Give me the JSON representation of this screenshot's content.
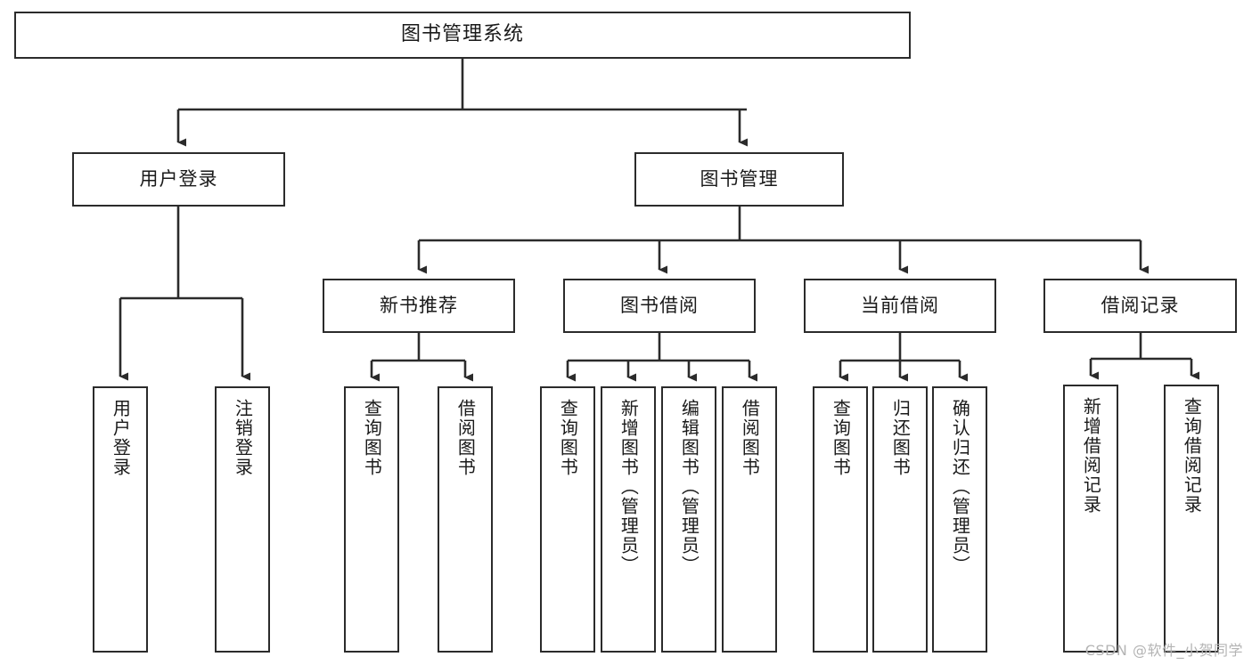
{
  "diagram": {
    "title": "图书管理系统",
    "watermark": "CSDN @软件_小贺同学",
    "stroke_color": "#2b2b2b",
    "text_color": "#1a1a1a",
    "background_color": "#ffffff",
    "watermark_color": "#b4b4b4",
    "type": "tree",
    "orientation": "top-down"
  },
  "nodes": {
    "root": {
      "label": "图书管理系统",
      "level": 1,
      "text_orientation": "horizontal"
    },
    "user_login": {
      "label": "用户登录",
      "level": 2,
      "text_orientation": "horizontal"
    },
    "book_manage": {
      "label": "图书管理",
      "level": 2,
      "text_orientation": "horizontal"
    },
    "new_book_rec": {
      "label": "新书推荐",
      "level": 3,
      "text_orientation": "horizontal"
    },
    "book_borrow": {
      "label": "图书借阅",
      "level": 3,
      "text_orientation": "horizontal"
    },
    "current_borrow": {
      "label": "当前借阅",
      "level": 3,
      "text_orientation": "horizontal"
    },
    "borrow_record": {
      "label": "借阅记录",
      "level": 3,
      "text_orientation": "horizontal"
    },
    "leaf_user_login": {
      "label": "用户登录",
      "level": 4,
      "text_orientation": "vertical"
    },
    "leaf_logout": {
      "label": "注销登录",
      "level": 4,
      "text_orientation": "vertical"
    },
    "leaf_query_book_a": {
      "label": "查询图书",
      "level": 4,
      "text_orientation": "vertical"
    },
    "leaf_borrow_book_a": {
      "label": "借阅图书",
      "level": 4,
      "text_orientation": "vertical"
    },
    "leaf_query_book_b": {
      "label": "查询图书",
      "level": 4,
      "text_orientation": "vertical"
    },
    "leaf_add_book": {
      "label": "新增图书（管理员）",
      "level": 4,
      "text_orientation": "vertical"
    },
    "leaf_edit_book": {
      "label": "编辑图书（管理员）",
      "level": 4,
      "text_orientation": "vertical"
    },
    "leaf_borrow_book_b": {
      "label": "借阅图书",
      "level": 4,
      "text_orientation": "vertical"
    },
    "leaf_query_book_c": {
      "label": "查询图书",
      "level": 4,
      "text_orientation": "vertical"
    },
    "leaf_return_book": {
      "label": "归还图书",
      "level": 4,
      "text_orientation": "vertical"
    },
    "leaf_confirm_return": {
      "label": "确认归还（管理员）",
      "level": 4,
      "text_orientation": "vertical"
    },
    "leaf_add_record": {
      "label": "新增借阅记录",
      "level": 4,
      "text_orientation": "vertical"
    },
    "leaf_query_record": {
      "label": "查询借阅记录",
      "level": 4,
      "text_orientation": "vertical"
    }
  },
  "edges": [
    {
      "from": "root",
      "to": "user_login"
    },
    {
      "from": "root",
      "to": "book_manage"
    },
    {
      "from": "user_login",
      "to": "leaf_user_login"
    },
    {
      "from": "user_login",
      "to": "leaf_logout"
    },
    {
      "from": "book_manage",
      "to": "new_book_rec"
    },
    {
      "from": "book_manage",
      "to": "book_borrow"
    },
    {
      "from": "book_manage",
      "to": "current_borrow"
    },
    {
      "from": "book_manage",
      "to": "borrow_record"
    },
    {
      "from": "new_book_rec",
      "to": "leaf_query_book_a"
    },
    {
      "from": "new_book_rec",
      "to": "leaf_borrow_book_a"
    },
    {
      "from": "book_borrow",
      "to": "leaf_query_book_b"
    },
    {
      "from": "book_borrow",
      "to": "leaf_add_book"
    },
    {
      "from": "book_borrow",
      "to": "leaf_edit_book"
    },
    {
      "from": "book_borrow",
      "to": "leaf_borrow_book_b"
    },
    {
      "from": "current_borrow",
      "to": "leaf_query_book_c"
    },
    {
      "from": "current_borrow",
      "to": "leaf_return_book"
    },
    {
      "from": "current_borrow",
      "to": "leaf_confirm_return"
    },
    {
      "from": "borrow_record",
      "to": "leaf_add_record"
    },
    {
      "from": "borrow_record",
      "to": "leaf_query_record"
    }
  ]
}
